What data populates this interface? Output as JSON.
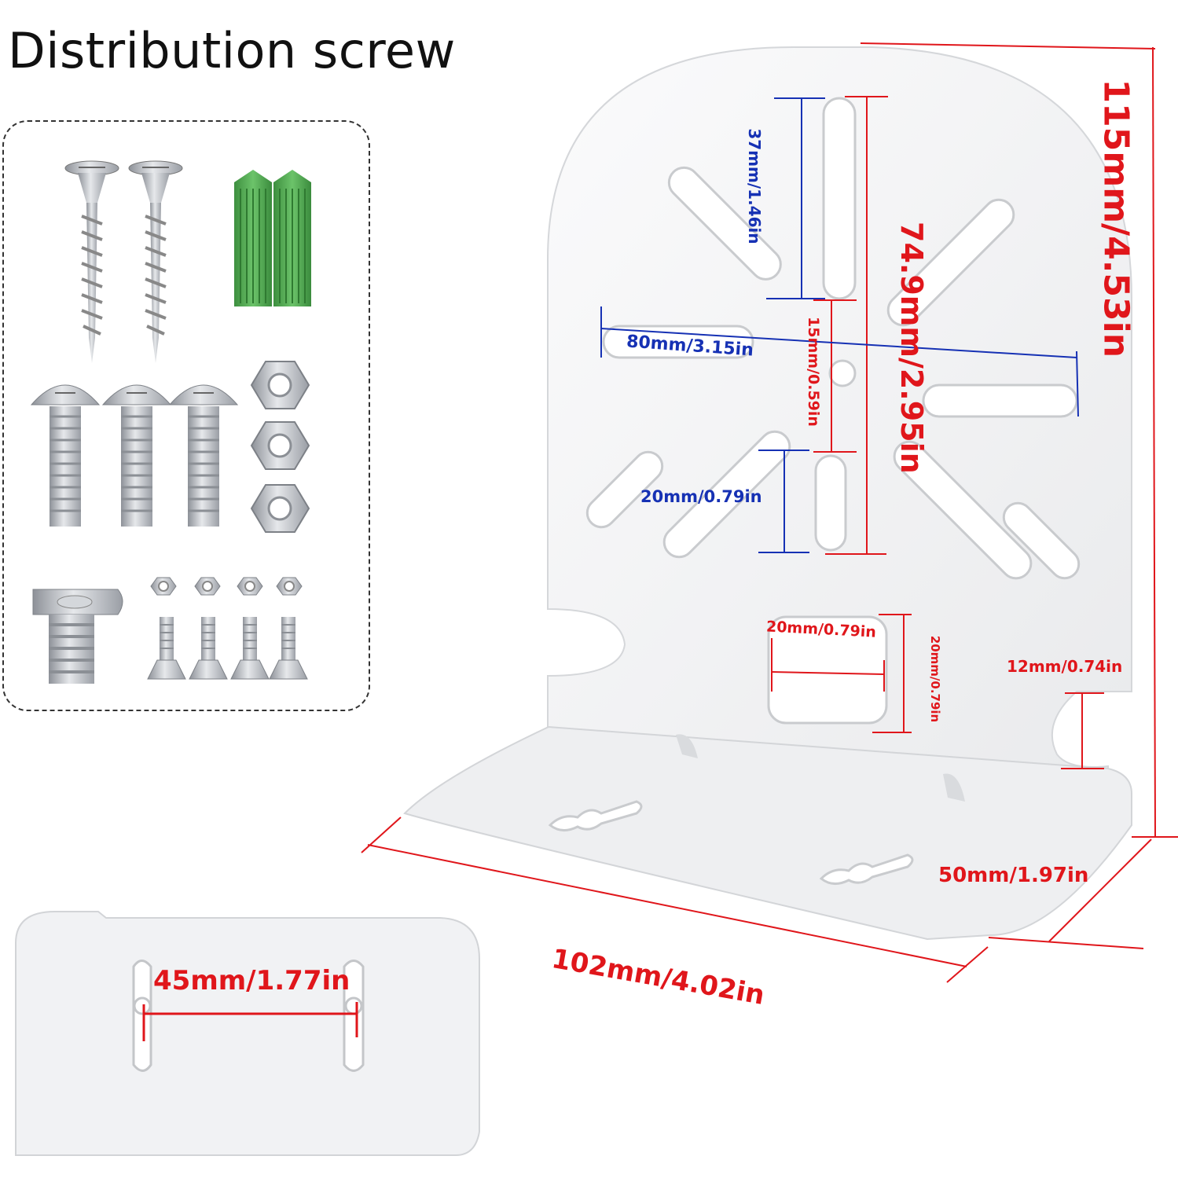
{
  "title": "Distribution screw",
  "dimensions": {
    "height": "115mm/4.53in",
    "slot_span": "74.9mm/2.95in",
    "top_slot": "37mm/1.46in",
    "width_slots": "80mm/3.15in",
    "center_gap": "15mm/0.59in",
    "lower_slot": "20mm/0.79in",
    "window_width": "20mm/0.79in",
    "window_height": "20mm/0.79in",
    "notch": "12mm/0.74in",
    "base_depth": "50mm/1.97in",
    "base_width": "102mm/4.02in",
    "keyhole_spacing": "45mm/1.77in"
  },
  "colors": {
    "red": "#e0161b",
    "blue": "#1631b4",
    "bracket": "#f2f3f5",
    "anchor": "#4caf50",
    "metal": "#b8bcc2"
  },
  "icons": [
    "wood-screw-icon",
    "wall-anchor-icon",
    "machine-screw-icon",
    "hex-nut-icon",
    "t-bolt-icon",
    "small-bolt-icon",
    "small-nut-icon"
  ]
}
